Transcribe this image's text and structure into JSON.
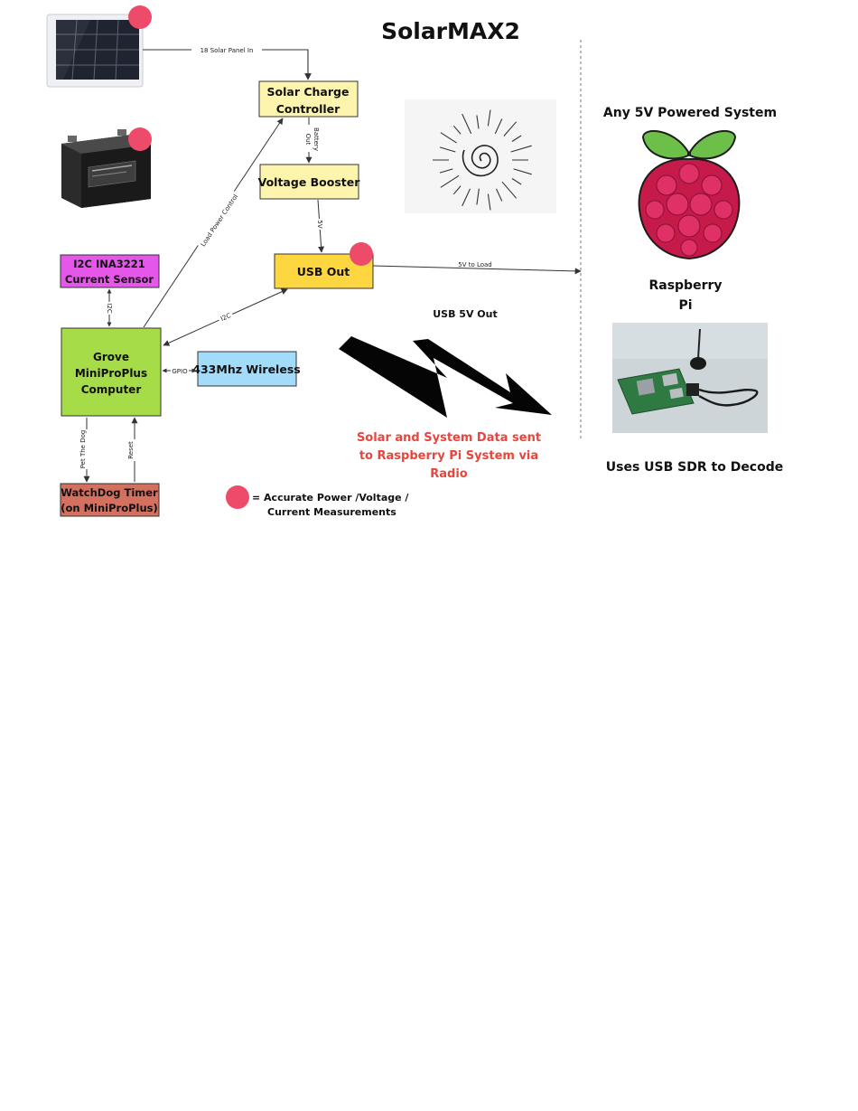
{
  "title": "SolarMAX2",
  "colors": {
    "marker": "#ee4a6a",
    "charge_controller": "#fdf4ad",
    "usb_out": "#fed640",
    "ina3221": "#e557e8",
    "grove": "#a5dc48",
    "wireless": "#a3dbfa",
    "watchdog": "#d4705f",
    "radio_text": "#e8453c"
  },
  "images": {
    "solar_panel": "solar-panel-icon",
    "battery": "battery-icon",
    "sun_sketch": "sun-icon",
    "raspberry_logo": "raspberry-pi-logo",
    "pi_board_photo": "raspberry-pi-board-photo",
    "radio_bolt": "lightning-bolt-icon"
  },
  "boxes": {
    "charge_controller": [
      "Solar Charge",
      "Controller"
    ],
    "voltage_booster": "Voltage Booster",
    "usb_out": "USB Out",
    "ina3221": [
      "I2C INA3221",
      "Current Sensor"
    ],
    "grove": [
      "Grove",
      "MiniProPlus",
      "Computer"
    ],
    "wireless": "433Mhz Wireless",
    "watchdog": [
      "WatchDog Timer",
      "(on MiniProPlus)"
    ]
  },
  "edges": {
    "solar_in": "18 Solar Panel In",
    "battery_out": [
      "Battery",
      "Out"
    ],
    "five_v": "5V",
    "load_power_control": "Load Power Control",
    "i2c_usb": "I2C",
    "i2c_sensor": "I2C",
    "gpio": "GPIO",
    "five_v_to_load": "5V to Load",
    "pet_the_dog": "Pet The Dog",
    "reset": "Reset"
  },
  "labels": {
    "usb_5v_out": "USB 5V Out",
    "radio_text": [
      "Solar and System Data sent",
      "to Raspberry Pi System via",
      "Radio"
    ],
    "legend": [
      "= Accurate Power /Voltage /",
      "Current Measurements"
    ]
  },
  "right_panel": {
    "header": "Any 5V Powered System",
    "pi_label": [
      "Raspberry",
      "Pi"
    ],
    "footer": "Uses USB SDR to Decode"
  }
}
